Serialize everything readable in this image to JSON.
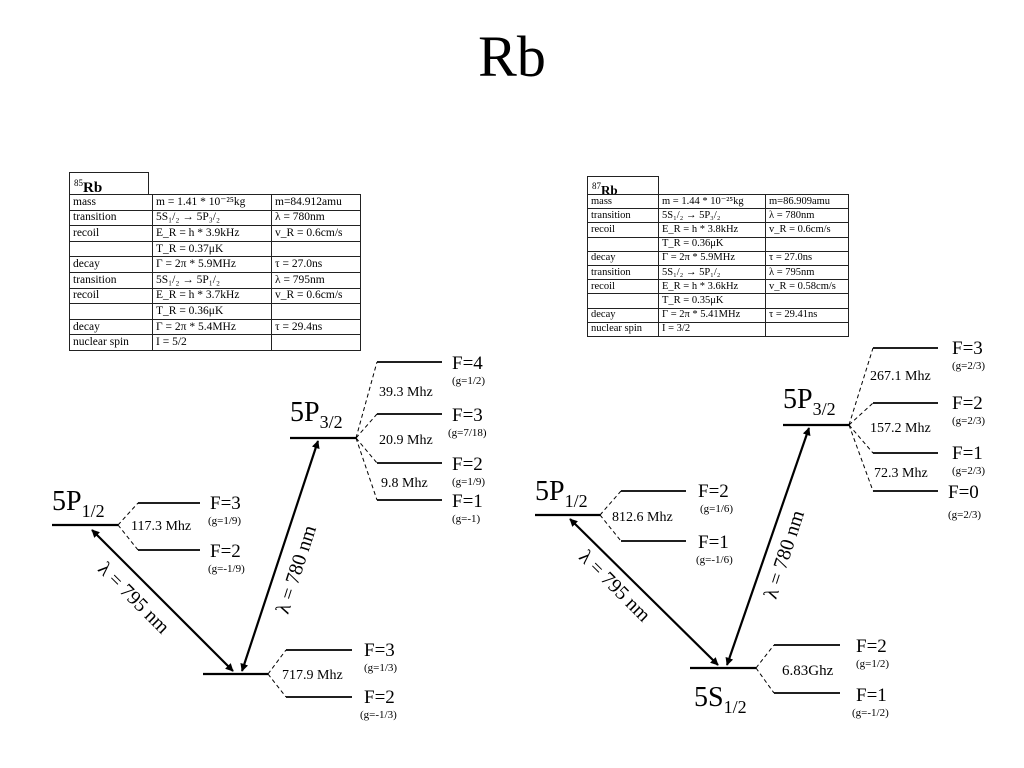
{
  "title": "Rb",
  "rb85": {
    "isotope_number": "85",
    "isotope_symbol": "Rb",
    "table": [
      [
        "mass",
        "m = 1.41 * 10⁻²⁵kg",
        "m=84.912amu"
      ],
      [
        "transition",
        "5S₁/₂ → 5P₃/₂",
        "λ = 780nm"
      ],
      [
        "recoil",
        "E_R = h * 3.9kHz",
        "v_R = 0.6cm/s"
      ],
      [
        "",
        "T_R = 0.37μK",
        ""
      ],
      [
        "decay",
        "Γ = 2π * 5.9MHz",
        "τ = 27.0ns"
      ],
      [
        "transition",
        "5S₁/₂ → 5P₁/₂",
        "λ = 795nm"
      ],
      [
        "recoil",
        "E_R = h * 3.7kHz",
        "v_R = 0.6cm/s"
      ],
      [
        "",
        "T_R = 0.36μK",
        ""
      ],
      [
        "decay",
        "Γ = 2π * 5.4MHz",
        "τ = 29.4ns"
      ],
      [
        "nuclear spin",
        "I = 5/2",
        ""
      ]
    ],
    "levels": {
      "p12": {
        "main": "5P",
        "sub": "1/2"
      },
      "p32": {
        "main": "5P",
        "sub": "3/2"
      }
    },
    "p12_sublevels": [
      {
        "label": "F=3",
        "g": "(g=1/9)"
      },
      {
        "label": "F=2",
        "g": "(g=-1/9)"
      }
    ],
    "p12_splitting": "117.3 Mhz",
    "p32_sublevels": [
      {
        "label": "F=4",
        "g": "(g=1/2)"
      },
      {
        "label": "F=3",
        "g": "(g=7/18)"
      },
      {
        "label": "F=2",
        "g": "(g=1/9)"
      },
      {
        "label": "F=1",
        "g": "(g=-1)"
      }
    ],
    "p32_splittings": [
      "39.3 Mhz",
      "20.9 Mhz",
      "9.8 Mhz"
    ],
    "s12_sublevels": [
      {
        "label": "F=3",
        "g": "(g=1/3)"
      },
      {
        "label": "F=2",
        "g": "(g=-1/3)"
      }
    ],
    "s12_splitting": "717.9 Mhz",
    "transition_795": "λ = 795 nm",
    "transition_780": "λ = 780 nm"
  },
  "rb87": {
    "isotope_number": "87",
    "isotope_symbol": "Rb",
    "table": [
      [
        "mass",
        "m = 1.44 * 10⁻²⁵kg",
        "m=86.909amu"
      ],
      [
        "transition",
        "5S₁/₂ → 5P₃/₂",
        "λ = 780nm"
      ],
      [
        "recoil",
        "E_R = h * 3.8kHz",
        "v_R = 0.6cm/s"
      ],
      [
        "",
        "T_R = 0.36μK",
        ""
      ],
      [
        "decay",
        "Γ = 2π * 5.9MHz",
        "τ = 27.0ns"
      ],
      [
        "transition",
        "5S₁/₂ → 5P₁/₂",
        "λ = 795nm"
      ],
      [
        "recoil",
        "E_R = h * 3.6kHz",
        "v_R = 0.58cm/s"
      ],
      [
        "",
        "T_R = 0.35μK",
        ""
      ],
      [
        "decay",
        "Γ = 2π * 5.41MHz",
        "τ = 29.41ns"
      ],
      [
        "nuclear spin",
        "I = 3/2",
        ""
      ]
    ],
    "levels": {
      "p12": {
        "main": "5P",
        "sub": "1/2"
      },
      "p32": {
        "main": "5P",
        "sub": "3/2"
      },
      "s12": {
        "main": "5S",
        "sub": "1/2"
      }
    },
    "p12_sublevels": [
      {
        "label": "F=2",
        "g": "(g=1/6)"
      },
      {
        "label": "F=1",
        "g": "(g=-1/6)"
      }
    ],
    "p12_splitting": "812.6 Mhz",
    "p32_sublevels": [
      {
        "label": "F=3",
        "g": "(g=2/3)"
      },
      {
        "label": "F=2",
        "g": "(g=2/3)"
      },
      {
        "label": "F=1",
        "g": "(g=2/3)"
      },
      {
        "label": "F=0",
        "g": "(g=2/3)"
      }
    ],
    "p32_splittings": [
      "267.1 Mhz",
      "157.2 Mhz",
      "72.3 Mhz"
    ],
    "s12_sublevels": [
      {
        "label": "F=2",
        "g": "(g=1/2)"
      },
      {
        "label": "F=1",
        "g": "(g=-1/2)"
      }
    ],
    "s12_splitting": "6.83Ghz",
    "transition_795": "λ = 795 nm",
    "transition_780": "λ = 780 nm"
  }
}
